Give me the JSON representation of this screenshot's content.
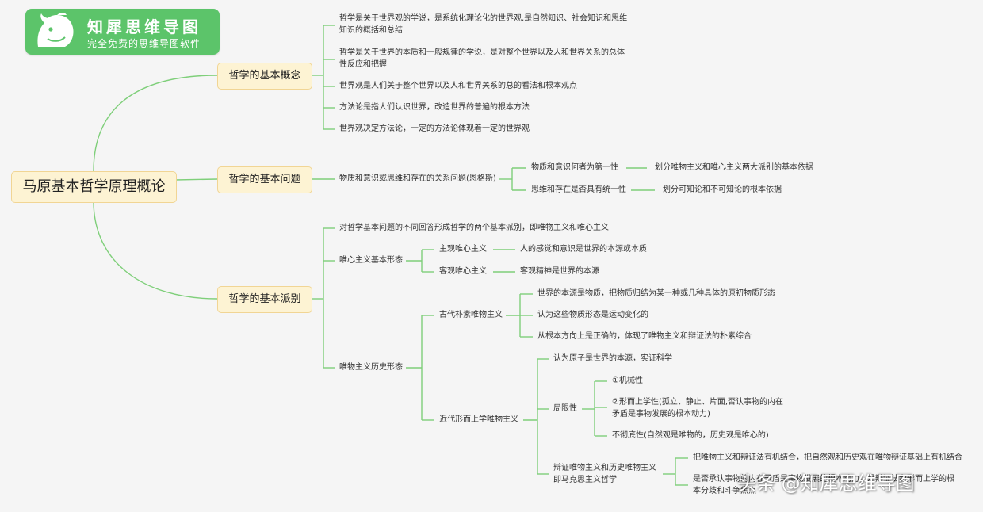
{
  "logo": {
    "title": "知犀思维导图",
    "subtitle": "完全免费的思维导图软件",
    "icon": "rhino-icon"
  },
  "root": "马原基本哲学原理概论",
  "branches": [
    "哲学的基本概念",
    "哲学的基本问题",
    "哲学的基本派别"
  ],
  "concept": [
    "哲学是关于世界观的学说，是系统化理论化的世界观,是自然知识、社会知识和思维",
    "知识的概括和总结",
    "哲学是关于世界的本质和一般规律的学说，是对整个世界以及人和世界关系的总体",
    "性反应和把握",
    "世界观是人们关于整个世界以及人和世界关系的总的看法和根本观点",
    "方法论是指人们认识世界，改造世界的普遍的根本方法",
    "世界观决定方法论，一定的方法论体现着一定的世界观"
  ],
  "question": {
    "main": "物质和意识或思维和存在的关系问题(恩格斯)",
    "items": [
      "物质和意识何者为第一性",
      "思维和存在是否具有统一性"
    ],
    "notes": [
      "划分唯物主义和唯心主义两大派别的基本依据",
      "划分可知论和不可知论的根本依据"
    ]
  },
  "schools": {
    "intro": "对哲学基本问题的不同回答形成哲学的两个基本派别，即唯物主义和唯心主义",
    "idealism": {
      "label": "唯心主义基本形态",
      "items": [
        "主观唯心主义",
        "客观唯心主义"
      ],
      "notes": [
        "人的感觉和意识是世界的本源或本质",
        "客观精神是世界的本源"
      ]
    },
    "materialism": {
      "label": "唯物主义历史形态",
      "ancient": {
        "label": "古代朴素唯物主义",
        "items": [
          "世界的本源是物质，把物质归结为某一种或几种具体的原初物质形态",
          "认为这些物质形态是运动变化的",
          "从根本方向上是正确的，体现了唯物主义和辩证法的朴素综合"
        ]
      },
      "modern": {
        "label": "近代形而上学唯物主义",
        "atom": "认为原子是世界的本源，实证科学",
        "limit": {
          "label": "局限性",
          "items": [
            "①机械性",
            "②形而上学性(孤立、静止、片面,否认事物的内在",
            "矛盾是事物发展的根本动力)",
            "不彻底性(自然观是唯物的，历史观是唯心的)"
          ]
        },
        "dialectic": {
          "label1": "辩证唯物主义和历史唯物主义",
          "label2": "即马克思主义哲学",
          "items": [
            "把唯物主义和辩证法有机结合，把自然观和历史观在唯物辩证基础上有机结合",
            "是否承认事物的内在矛盾是事物发展的根本动力，是辩证法和形而上学的根",
            "本分歧和斗争焦点"
          ]
        }
      }
    }
  },
  "watermark": "头条 @知犀思维导图",
  "colors": {
    "line": "#7fcf7a",
    "node_fill": "#fdf3d3",
    "node_border": "#f1d594",
    "logo": "#5cc46a"
  }
}
